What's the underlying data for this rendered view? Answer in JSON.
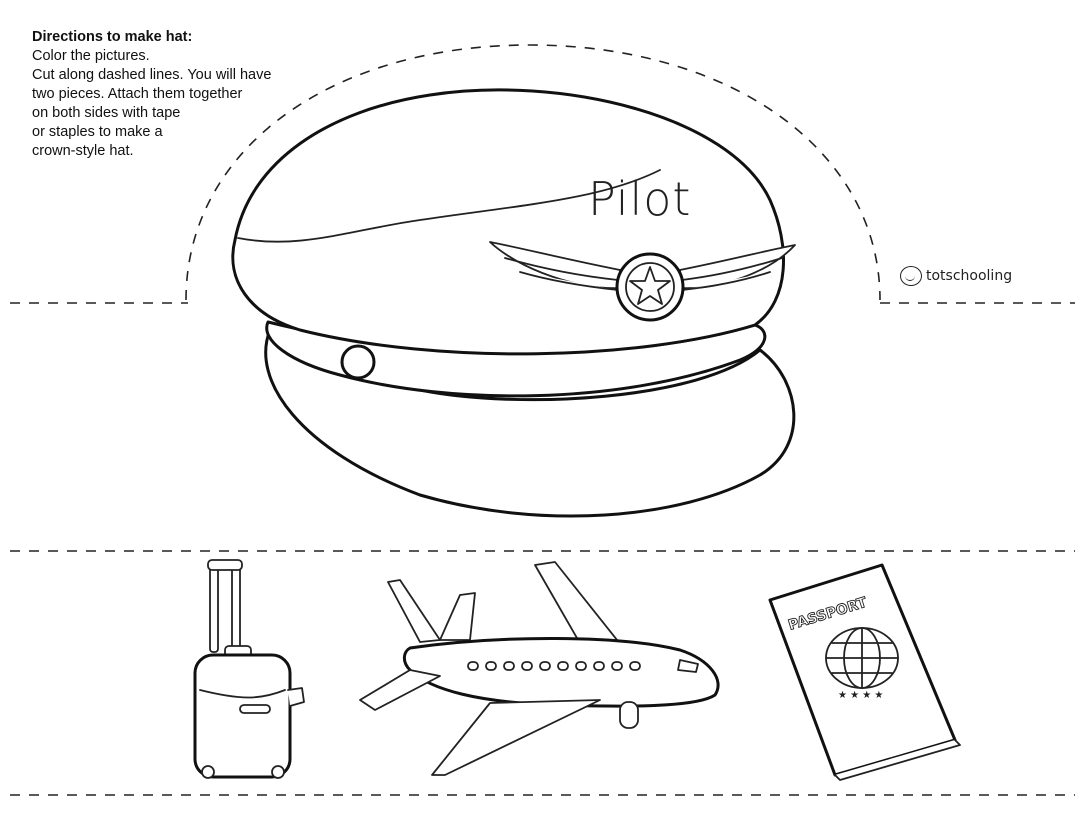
{
  "directions": {
    "title": "Directions to make hat:",
    "lines": [
      "Color the pictures.",
      "Cut along dashed lines. You will have",
      "two pieces. Attach them together",
      "on both sides with tape",
      "or staples to make a",
      "crown-style hat."
    ]
  },
  "hat": {
    "label": "Pilot",
    "icon": "pilot-cap-icon"
  },
  "brand": {
    "name": "totschooling",
    "icon": "kid-face-logo-icon"
  },
  "pictures": [
    {
      "name": "suitcase",
      "icon": "suitcase-icon"
    },
    {
      "name": "airplane",
      "icon": "airplane-icon"
    },
    {
      "name": "passport",
      "icon": "passport-icon",
      "label": "PASSPORT"
    }
  ]
}
